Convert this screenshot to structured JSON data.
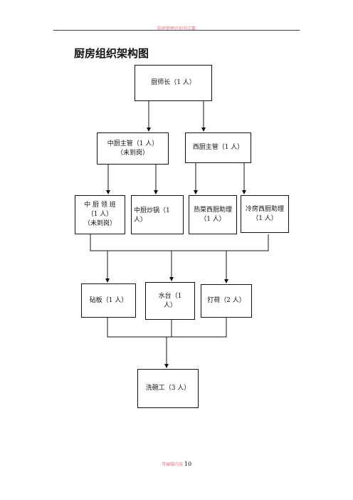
{
  "header": {
    "text": "厨房管理计划书三篇"
  },
  "title": "厨房组织架构图",
  "nodes": {
    "chef": "厨师长（1 人）",
    "zh_sup": "中厨主管（1 人）\n（未到岗）",
    "xi_sup": "西厨主管（1 人）",
    "zh_lead": "中 厨 领 班\n（1 人）\n（未到岗）",
    "zh_wok": "中厨炒锅（1\n人）",
    "hot_west": "热菜西厨助理\n（1 人）",
    "cold_west": "冷房西厨助理\n（1 人）",
    "board": "砧板（1 人）",
    "water": "水台（1\n人）",
    "dahe": "打荷（2 人）",
    "wash": "洗碗工（3 人）"
  },
  "footer": {
    "prefix": "可编辑内容",
    "page": "10"
  }
}
